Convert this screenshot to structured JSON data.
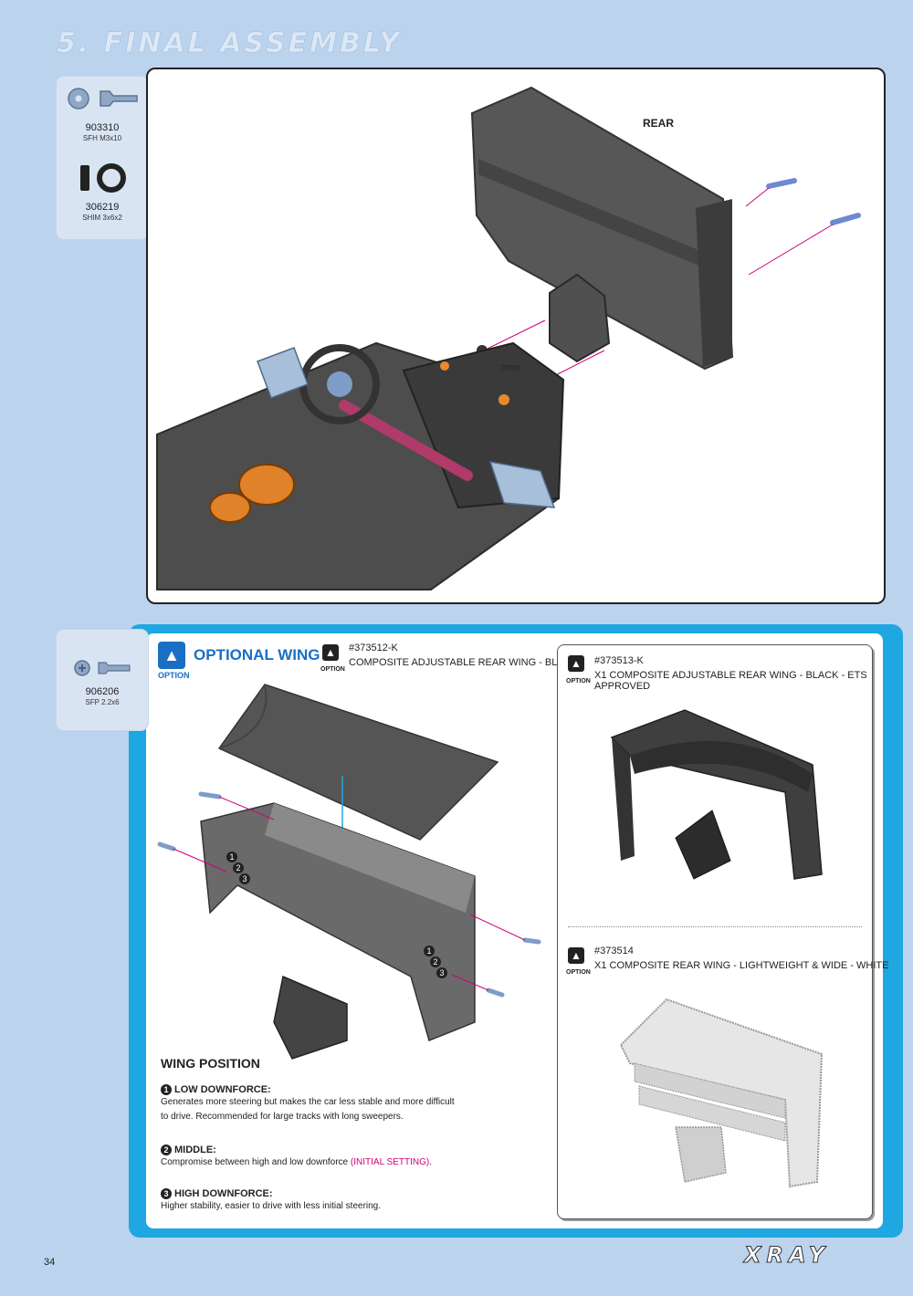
{
  "section_title": "5. FINAL ASSEMBLY",
  "parts_top": [
    {
      "code": "903310",
      "desc": "SFH M3x10",
      "icon": "screw-icon"
    },
    {
      "code": "306219",
      "desc": "SHIM 3x6x2",
      "icon": "shim-icon"
    }
  ],
  "main_diagram": {
    "rear_label": "REAR",
    "spacer_label": "2mm"
  },
  "parts_option": [
    {
      "code": "906206",
      "desc": "SFP 2.2x6",
      "icon": "screw-icon"
    }
  ],
  "optional": {
    "title": "OPTIONAL WING",
    "badge_label": "OPTION",
    "item1": {
      "code": "#373512-K",
      "name": "COMPOSITE ADJUSTABLE REAR WING - BLACK",
      "badge": "OPTION"
    },
    "item2": {
      "code": "#373513-K",
      "name": "X1 COMPOSITE ADJUSTABLE REAR WING - BLACK - ETS APPROVED",
      "badge": "OPTION"
    },
    "item3": {
      "code": "#373514",
      "name": "X1 COMPOSITE REAR WING - LIGHTWEIGHT & WIDE - WHITE",
      "badge": "OPTION"
    },
    "position_numbers": [
      "1",
      "2",
      "3"
    ]
  },
  "wing_position": {
    "title": "WING POSITION",
    "low": {
      "num": "1",
      "head": "LOW DOWNFORCE",
      "text": "Generates more steering but makes the car less stable and more difficult to drive. Recommended for large tracks with long sweepers."
    },
    "middle": {
      "num": "2",
      "head": "MIDDLE",
      "text": "Compromise between high and low downforce",
      "highlight": "(INITIAL SETTING)",
      "tail": "."
    },
    "high": {
      "num": "3",
      "head": "HIGH DOWNFORCE",
      "text": "Higher stability, easier to drive with less initial steering."
    }
  },
  "page_number": "34",
  "brand": "XRAY",
  "colors": {
    "accent_blue": "#1ea7e0",
    "heading_blue": "#1a6fc4",
    "magenta": "#d0007a",
    "background": "#bcd3ee"
  }
}
